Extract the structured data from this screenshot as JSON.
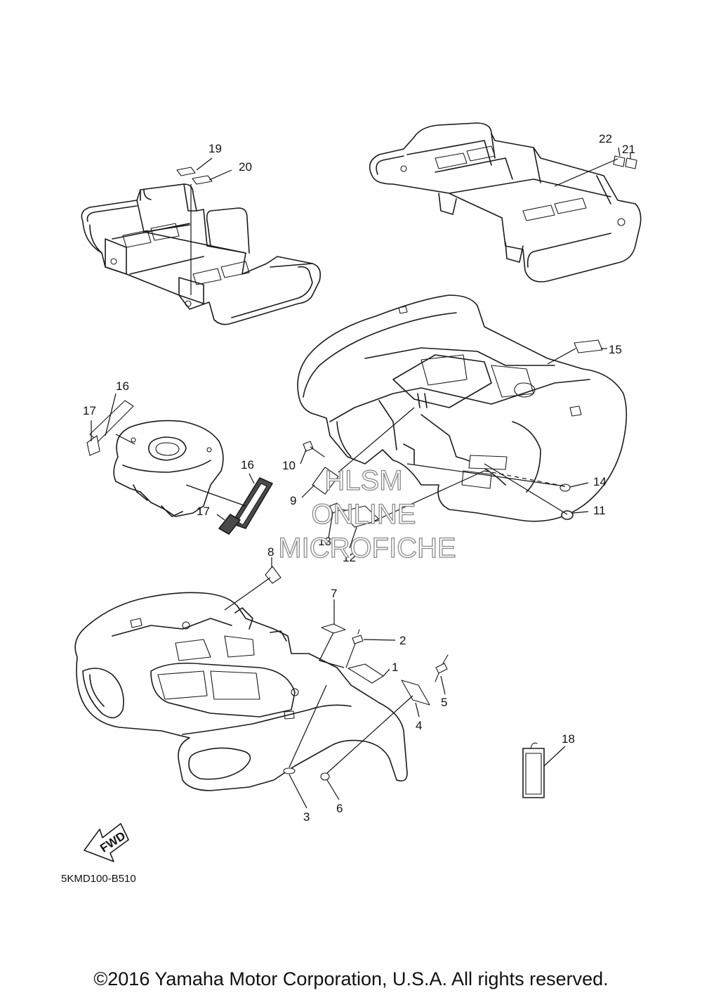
{
  "callouts": {
    "c1": "1",
    "c2": "2",
    "c3": "3",
    "c4": "4",
    "c5": "5",
    "c6": "6",
    "c7": "7",
    "c8": "8",
    "c9": "9",
    "c10": "10",
    "c11": "11",
    "c12": "12",
    "c13": "13",
    "c14": "14",
    "c15": "15",
    "c16a": "16",
    "c16b": "16",
    "c17a": "17",
    "c17b": "17",
    "c18": "18",
    "c19": "19",
    "c20": "20",
    "c21": "21",
    "c22": "22"
  },
  "fwd_label": "FWD",
  "diagram_code": "5KMD100-B510",
  "watermark": {
    "line1": "HLSM",
    "line2": "ONLINE",
    "line3": "MICROFICHE"
  },
  "copyright": "©2016 Yamaha Motor Corporation, U.S.A. All rights reserved."
}
